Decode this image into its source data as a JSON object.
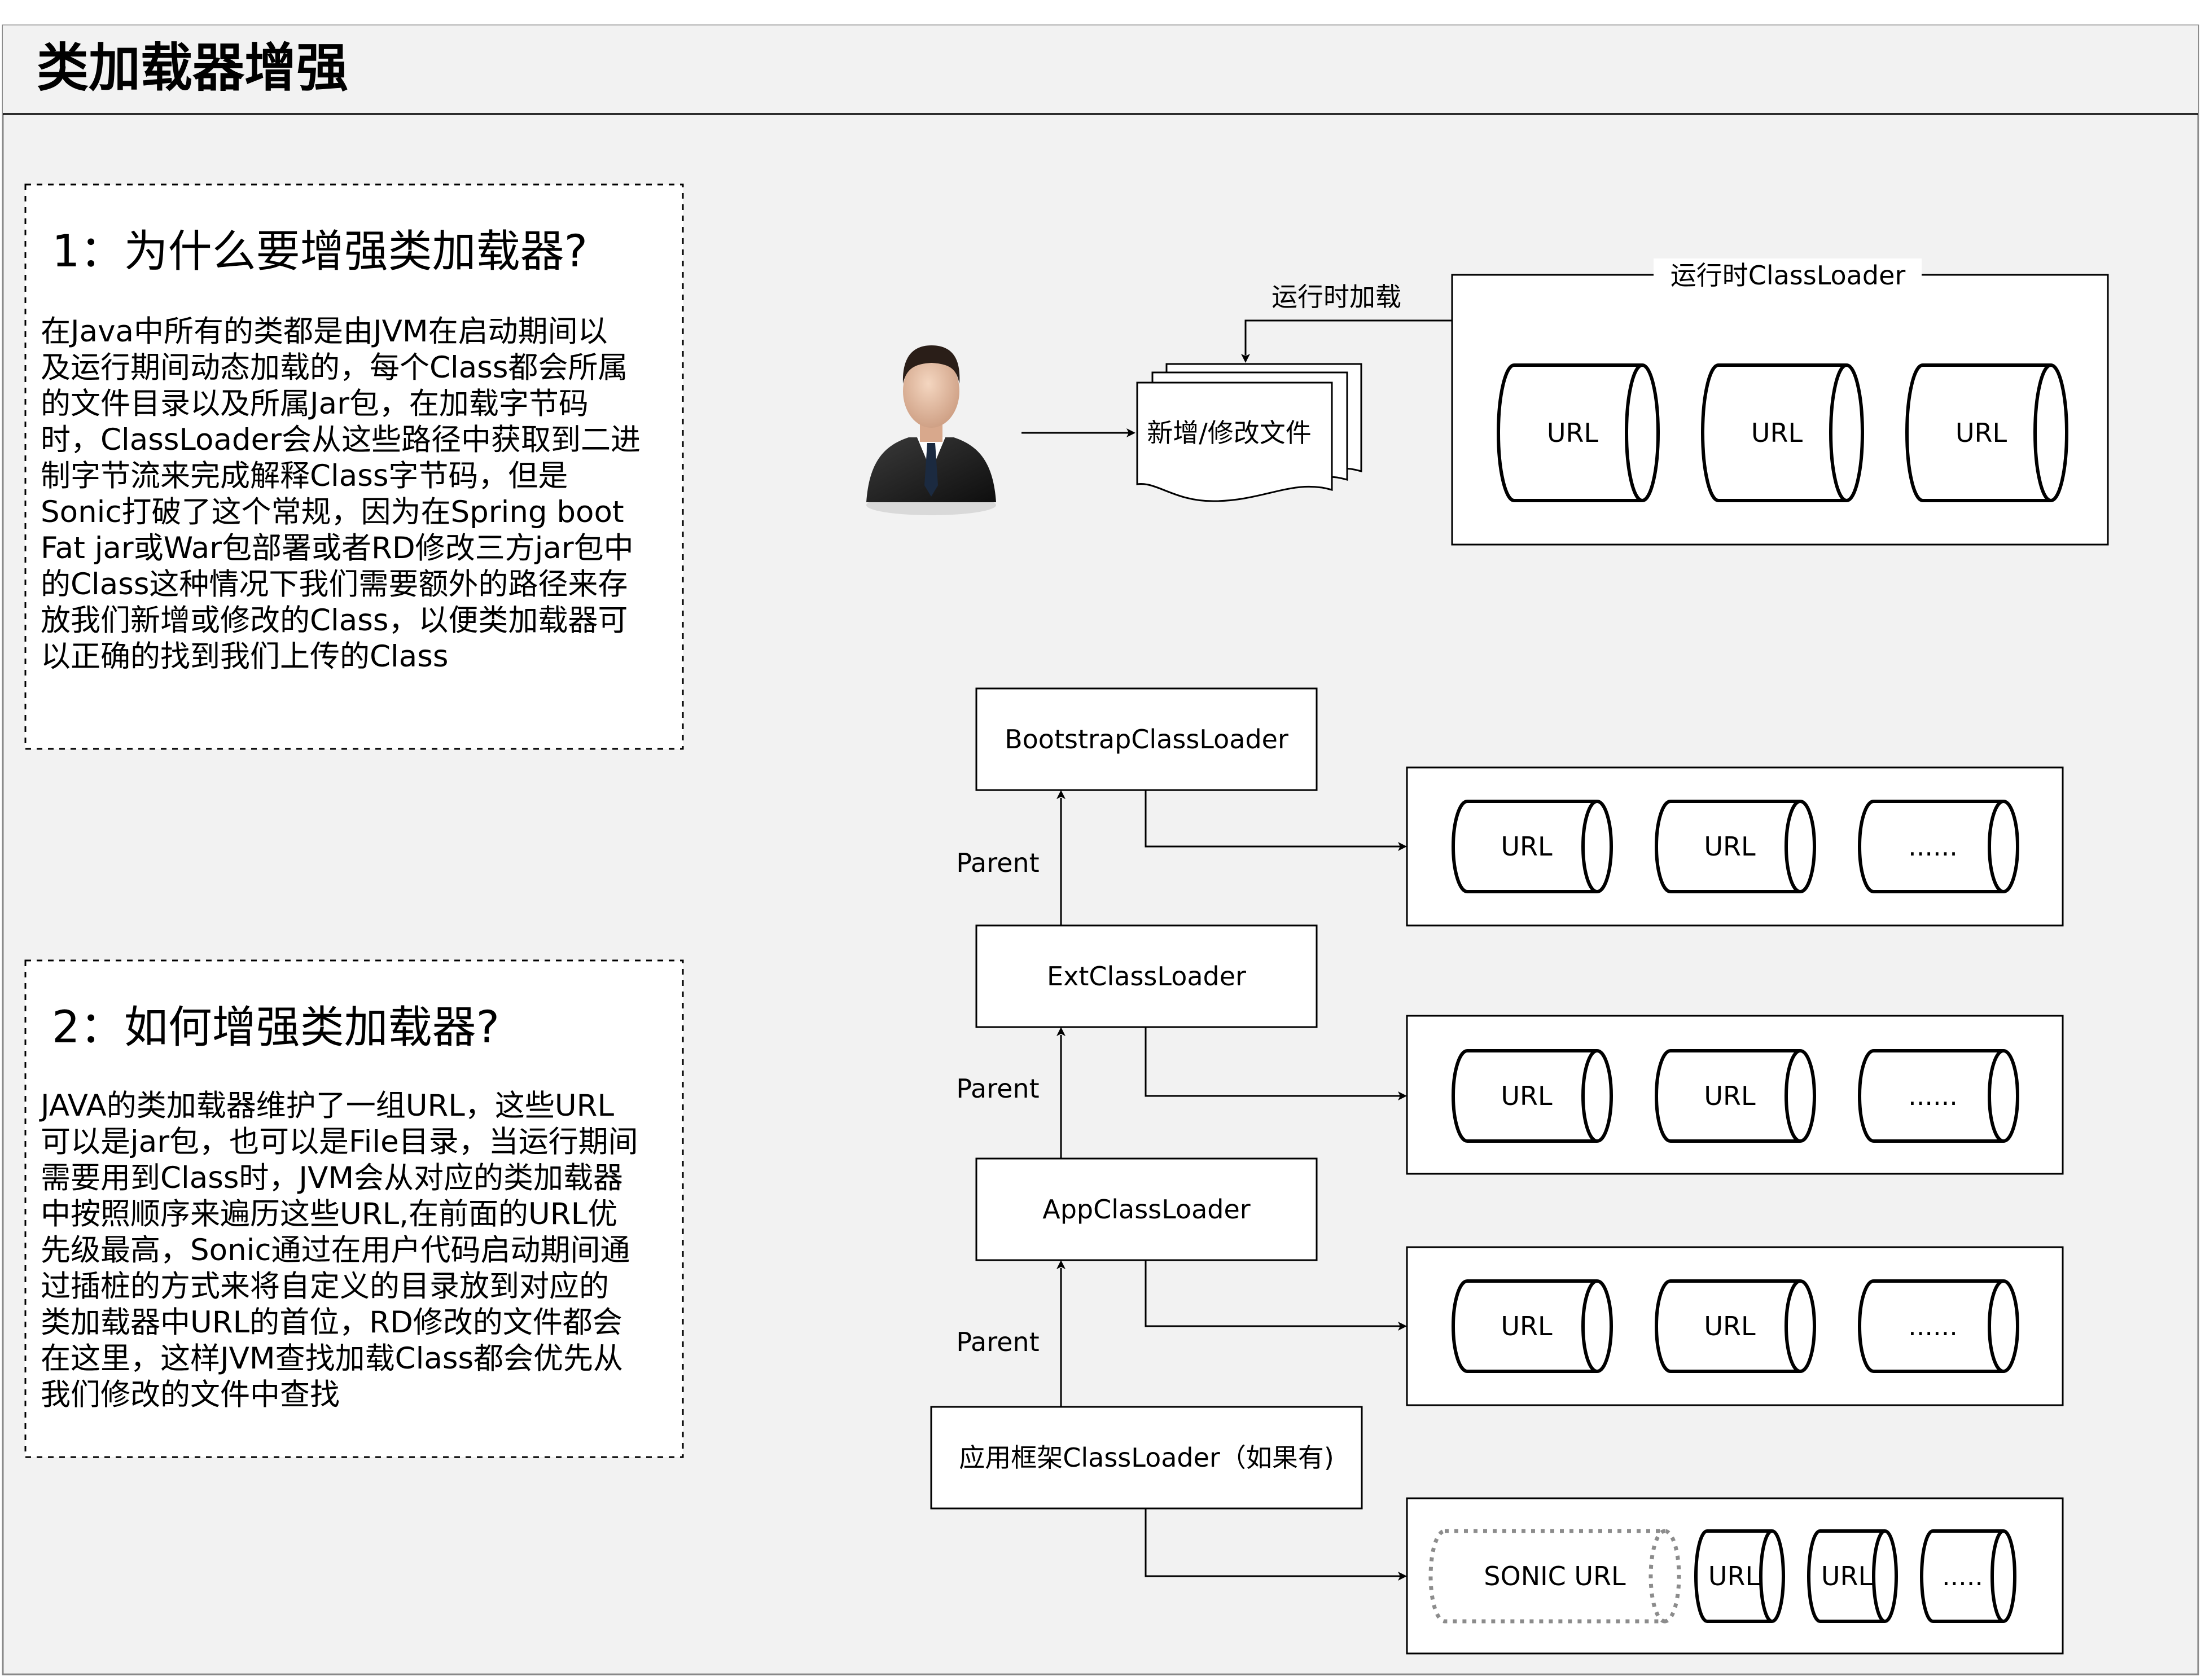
{
  "page": {
    "title": "类加载器增强"
  },
  "section1": {
    "heading": "1：为什么要增强类加载器?",
    "lines": [
      "在Java中所有的类都是由JVM在启动期间以",
      "及运行期间动态加载的，每个Class都会所属",
      "的文件目录以及所属Jar包，在加载字节码",
      "时，ClassLoader会从这些路径中获取到二进",
      "制字节流来完成解释Class字节码，但是",
      "Sonic打破了这个常规，因为在Spring boot",
      "Fat jar或War包部署或者RD修改三方jar包中",
      "的Class这种情况下我们需要额外的路径来存",
      "放我们新增或修改的Class，以便类加载器可",
      "以正确的找到我们上传的Class"
    ]
  },
  "section2": {
    "heading": "2：如何增强类加载器?",
    "lines": [
      "JAVA的类加载器维护了一组URL，这些URL",
      "可以是jar包，也可以是File目录，当运行期间",
      "需要用到Class时，JVM会从对应的类加载器",
      "中按照顺序来遍历这些URL,在前面的URL优",
      "先级最高，Sonic通过在用户代码启动期间通",
      "过插桩的方式来将自定义的目录放到对应的",
      "类加载器中URL的首位，RD修改的文件都会",
      "在这里，这样JVM查找加载Class都会优先从",
      "我们修改的文件中查找"
    ]
  },
  "runtime": {
    "user_icon": "person-icon",
    "load_label": "运行时加载",
    "files_label": "新增/修改文件",
    "group_label": "运行时ClassLoader",
    "urls": [
      "URL",
      "URL",
      "URL"
    ]
  },
  "hierarchy": {
    "loaders": [
      {
        "name": "BootstrapClassLoader",
        "urls": [
          "URL",
          "URL",
          "......"
        ]
      },
      {
        "name": "ExtClassLoader",
        "urls": [
          "URL",
          "URL",
          "......"
        ]
      },
      {
        "name": "AppClassLoader",
        "urls": [
          "URL",
          "URL",
          "......"
        ]
      },
      {
        "name": "应用框架ClassLoader（如果有)",
        "sonic_url": "SONIC URL",
        "urls": [
          "URL",
          "URL",
          "....."
        ]
      }
    ],
    "parent_labels": [
      "Parent",
      "Parent",
      "Parent"
    ]
  }
}
